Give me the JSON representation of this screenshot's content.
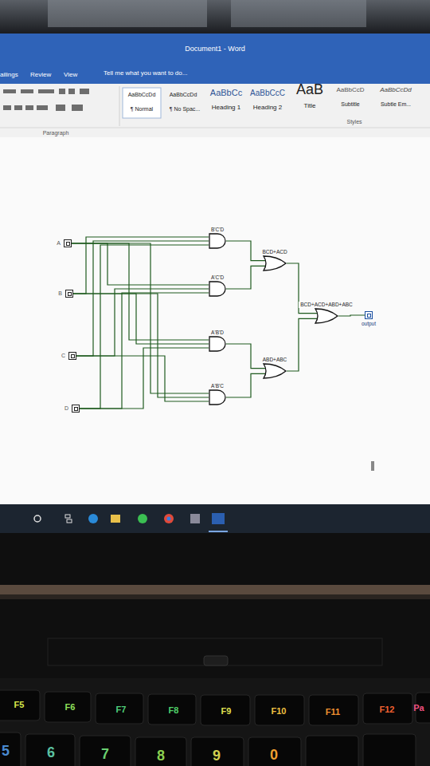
{
  "diagram": {
    "nodes": [
      {
        "text": [
          "A"
        ]
      },
      {
        "text": [
          "B"
        ]
      },
      {
        "text": [
          "C"
        ]
      },
      {
        "text": [
          "D"
        ]
      },
      {
        "text": [
          "B'C'D"
        ]
      },
      {
        "text": [
          "A'C'D"
        ]
      },
      {
        "text": [
          "A'B'D"
        ]
      },
      {
        "text": [
          "A'B'C"
        ]
      },
      {
        "text": [
          "BCD+ACD"
        ]
      },
      {
        "text": [
          "ABD+ABC"
        ]
      },
      {
        "text": [
          "BCD+ACD+ABD+ABC"
        ]
      },
      {
        "text": [
          "output"
        ]
      }
    ],
    "edges": [
      {
        "from": 1,
        "to": 4,
        "arrow": "none"
      },
      {
        "from": 2,
        "to": 4,
        "arrow": "none"
      },
      {
        "from": 3,
        "to": 4,
        "arrow": "none"
      },
      {
        "from": 0,
        "to": 5,
        "arrow": "none"
      },
      {
        "from": 2,
        "to": 5,
        "arrow": "none"
      },
      {
        "from": 3,
        "to": 5,
        "arrow": "none"
      },
      {
        "from": 0,
        "to": 6,
        "arrow": "none"
      },
      {
        "from": 1,
        "to": 6,
        "arrow": "none"
      },
      {
        "from": 3,
        "to": 6,
        "arrow": "none"
      },
      {
        "from": 0,
        "to": 7,
        "arrow": "none"
      },
      {
        "from": 1,
        "to": 7,
        "arrow": "none"
      },
      {
        "from": 2,
        "to": 7,
        "arrow": "none"
      },
      {
        "from": 4,
        "to": 8,
        "arrow": "none"
      },
      {
        "from": 5,
        "to": 8,
        "arrow": "none"
      },
      {
        "from": 6,
        "to": 9,
        "arrow": "none"
      },
      {
        "from": 7,
        "to": 9,
        "arrow": "none"
      },
      {
        "from": 8,
        "to": 10,
        "arrow": "none"
      },
      {
        "from": 9,
        "to": 10,
        "arrow": "none"
      },
      {
        "from": 10,
        "to": 11,
        "arrow": "none"
      }
    ],
    "labels": [
      "Document1 - Word",
      "ailings",
      "Review",
      "View",
      "Tell me what you want to do...",
      "AaBbCcDd",
      "AaBbCcDd",
      "AaBbCc",
      "AaBbCcC",
      "AaB",
      "AaBbCcD",
      "AaBbCcDd",
      "¶ Normal",
      "¶ No Spac...",
      "Heading 1",
      "Heading 2",
      "Title",
      "Subtitle",
      "Subtle Em...",
      "Styles",
      "Paragraph",
      "F5",
      "F6",
      "F7",
      "F8",
      "F9",
      "F10",
      "F11",
      "F12",
      "Pa",
      "5",
      "6",
      "7",
      "8",
      "9",
      "0"
    ]
  }
}
